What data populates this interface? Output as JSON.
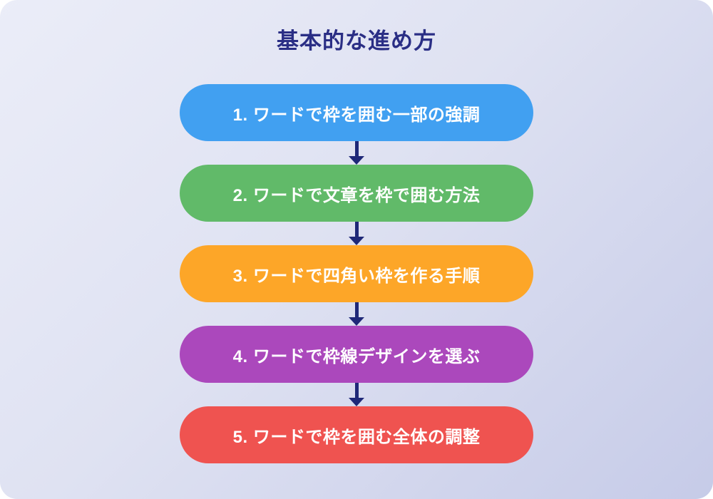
{
  "title": {
    "text": "基本的な進め方",
    "color": "#2a2e85"
  },
  "flow": {
    "arrow_color": "#1f2878",
    "steps": [
      {
        "number": "1",
        "label": "1. ワードで枠を囲む一部の強調",
        "color": "#41a0f1"
      },
      {
        "number": "2",
        "label": "2. ワードで文章を枠で囲む方法",
        "color": "#61ba69"
      },
      {
        "number": "3",
        "label": "3. ワードで四角い枠を作る手順",
        "color": "#fda628"
      },
      {
        "number": "4",
        "label": "4. ワードで枠線デザインを選ぶ",
        "color": "#ab48bc"
      },
      {
        "number": "5",
        "label": "5. ワードで枠を囲む全体の調整",
        "color": "#ef5350"
      }
    ]
  },
  "canvas": {
    "background_gradient_start": "#ebedf8",
    "background_gradient_end": "#c6cbe8",
    "text_color_on_steps": "#ffffff"
  }
}
